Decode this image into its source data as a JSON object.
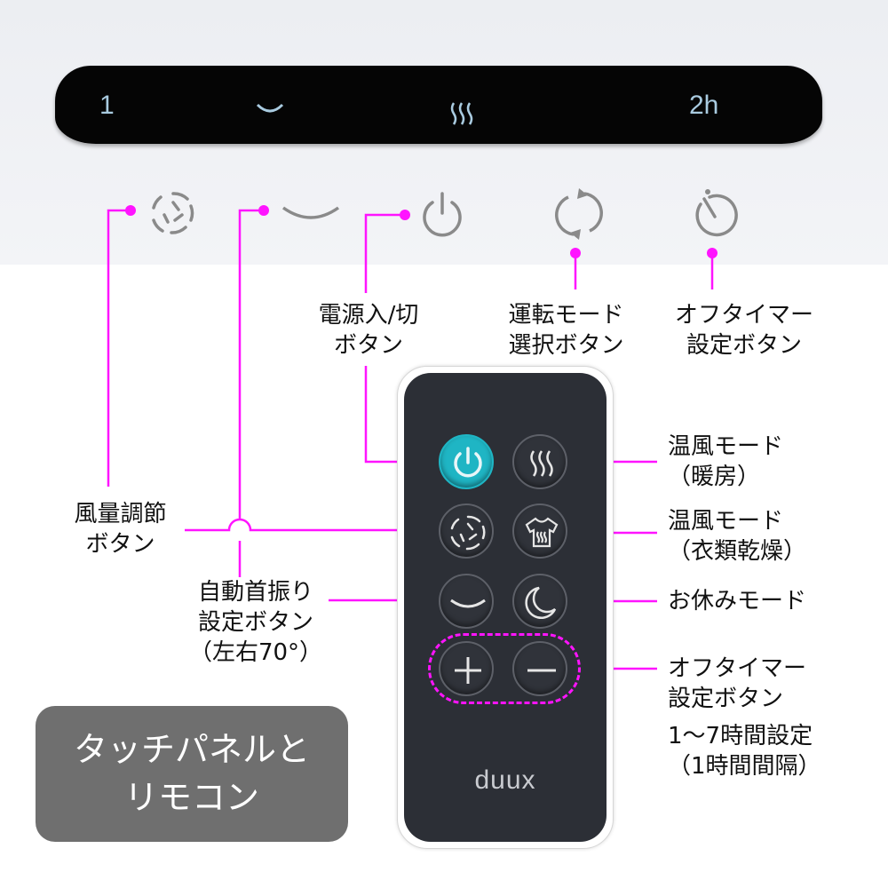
{
  "display": {
    "fan_level": "1",
    "timer": "2h",
    "swing_icon": "swing-icon",
    "heat_icon": "heat-icon"
  },
  "touch_panel_icons": [
    "fan-icon",
    "swing-icon",
    "power-icon",
    "mode-cycle-icon",
    "timer-icon"
  ],
  "labels": {
    "power": [
      "電源入/切",
      "ボタン"
    ],
    "mode": [
      "運転モード",
      "選択ボタン"
    ],
    "timer_top": [
      "オフタイマー",
      "設定ボタン"
    ],
    "fan": [
      "風量調節",
      "ボタン"
    ],
    "swing": [
      "自動首振り",
      "設定ボタン",
      "（左右70°）"
    ],
    "heat": [
      "温風モード",
      "（暖房）"
    ],
    "dry": [
      "温風モード",
      "（衣類乾燥）"
    ],
    "sleep": "お休みモード",
    "timer_remote": [
      "オフタイマー",
      "設定ボタン",
      "1～7時間設定",
      "（1時間間隔）"
    ]
  },
  "remote": {
    "brand": "duux",
    "buttons": [
      "power",
      "heat",
      "fan",
      "dry",
      "swing",
      "sleep",
      "plus",
      "minus"
    ]
  },
  "badge": [
    "タッチパネルと",
    "リモコン"
  ],
  "colors": {
    "accent": "#ff14ff",
    "power_button": "#1fb5c4",
    "remote_body": "#2c2f36",
    "display_text": "#a9cbe0"
  }
}
